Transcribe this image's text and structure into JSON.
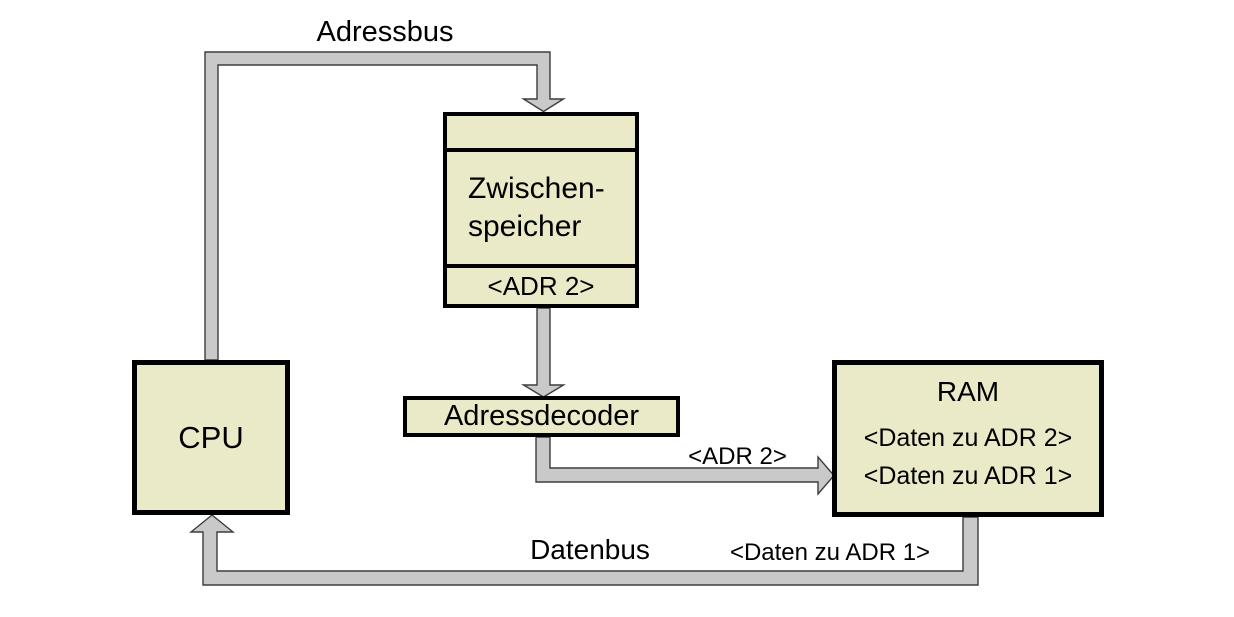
{
  "colors": {
    "box_fill": "#eaeac8",
    "box_border": "#000000",
    "bus_fill": "#c9c9c9",
    "bus_outline": "#3d3d3d",
    "text": "#000000",
    "background": "#ffffff"
  },
  "nodes": {
    "cpu": {
      "label": "CPU"
    },
    "buffer": {
      "line1": "Zwischen-",
      "line2": "speicher",
      "register": "<ADR 2>"
    },
    "decoder": {
      "label": "Adressdecoder"
    },
    "ram": {
      "title": "RAM",
      "row1": "<Daten zu ADR 2>",
      "row2": "<Daten zu ADR 1>"
    }
  },
  "bus_labels": {
    "address_bus": "Adressbus",
    "data_bus": "Datenbus",
    "adr2": "<ADR 2>",
    "daten_adr1": "<Daten zu ADR 1>"
  }
}
